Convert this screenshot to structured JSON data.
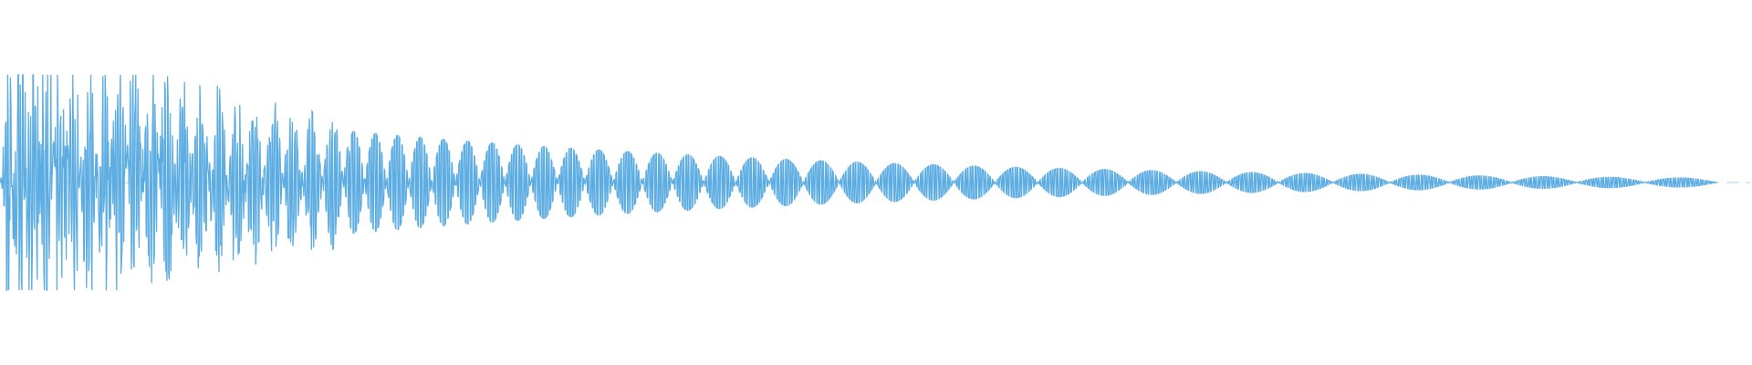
{
  "waveform": {
    "color": "#5dade2",
    "peak": 1.0,
    "envelope": {
      "attack_peak": 1.0,
      "decay_rate": 3.2,
      "noise_region_end": 0.2,
      "fade_end": 0.98
    }
  }
}
